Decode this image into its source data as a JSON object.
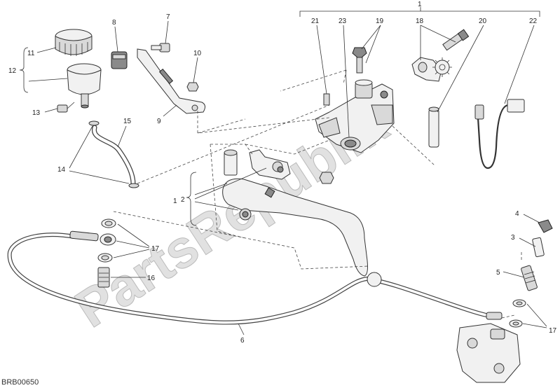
{
  "diagram_code": "BRB00650",
  "watermark": "PartsRepublik",
  "callouts": {
    "n1_top": "1",
    "n1_left": "1",
    "n2": "2",
    "n3": "3",
    "n4": "4",
    "n5": "5",
    "n6": "6",
    "n7": "7",
    "n8": "8",
    "n9": "9",
    "n10": "10",
    "n11": "11",
    "n12": "12",
    "n13": "13",
    "n14": "14",
    "n15": "15",
    "n16": "16",
    "n17_left": "17",
    "n17_right": "17",
    "n18": "18",
    "n19": "19",
    "n20": "20",
    "n21": "21",
    "n22": "22",
    "n23": "23"
  },
  "icons": {
    "gear": "gear-icon"
  }
}
